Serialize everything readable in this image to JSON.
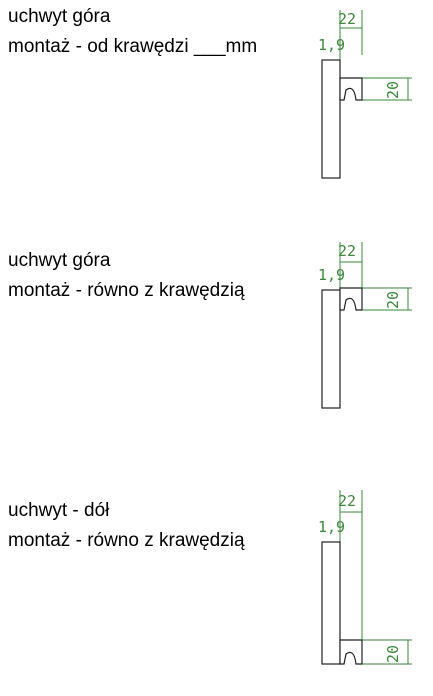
{
  "sections": [
    {
      "line1": "uchwyt góra",
      "line2": "montaż - od krawędzi ___mm",
      "dim_width": "22",
      "dim_left": "1,9",
      "dim_height": "20"
    },
    {
      "line1": "uchwyt góra",
      "line2": "montaż - równo z krawędzią",
      "dim_width": "22",
      "dim_left": "1,9",
      "dim_height": "20"
    },
    {
      "line1": "uchwyt - dół",
      "line2": "montaż - równo z krawędzią",
      "dim_width": "22",
      "dim_left": "1,9",
      "dim_height": "20"
    }
  ],
  "colors": {
    "dimension": "#3a8a3a",
    "outline": "#222222"
  }
}
